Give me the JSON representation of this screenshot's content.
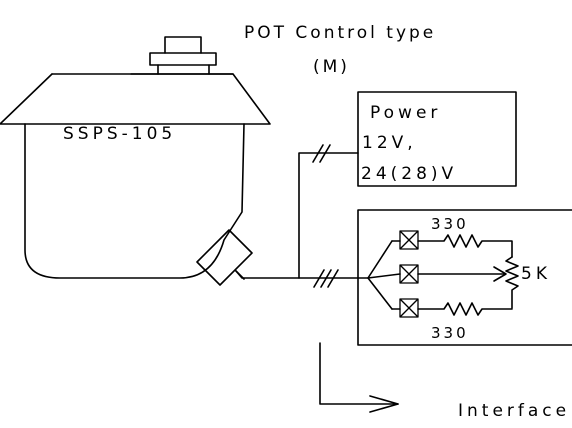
{
  "diagram": {
    "title_line1": "POT Control type",
    "title_line2": "(M)",
    "device_label": "SSPS-105",
    "power_box": {
      "line1": "Power",
      "line2": "12V,",
      "line3": "24(28)V"
    },
    "interface_box": {
      "resistor_top": "330",
      "resistor_bottom": "330",
      "pot_value": "5K"
    },
    "interface_label": "Interface"
  }
}
